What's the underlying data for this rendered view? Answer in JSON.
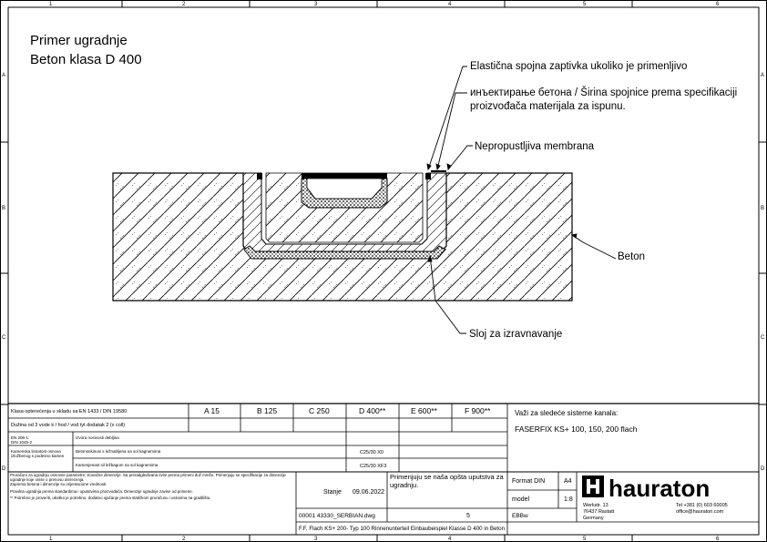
{
  "frame": {
    "col_numbers": [
      "1",
      "2",
      "3",
      "4",
      "5",
      "6"
    ],
    "row_letters": [
      "A",
      "B",
      "C",
      "D"
    ]
  },
  "title": {
    "line1": "Primer ugradnje",
    "line2": "Beton klasa D 400"
  },
  "callouts": {
    "sealant": "Elastična spojna zaptivka ukoliko je primenljivo",
    "injection_line1": "инъектирање бетона / Širina spojnice prema specifikaciji",
    "injection_line2": "proizvođača materijala za ispunu.",
    "membrane": "Nepropustljiva membrana",
    "concrete": "Beton",
    "leveling": "Sloj za izravnavanje"
  },
  "table": {
    "classes_header": "Klasa opterećenja u skladu sa EN 1433 / DIN 19580",
    "classes": [
      "A 15",
      "B 125",
      "C 250",
      "D 400**",
      "E 600**",
      "F 900**"
    ],
    "row_duration": "Dužina od 3 vode k / hod / vod tyt dodatak 2 (x coll)",
    "row_label_a1": "EN 206-1:",
    "row_label_a2": "DIN 1045-2",
    "row_label_b1": "Kamenska lisnatost osnova",
    "row_label_b2": "izložbenog s podesno kamen",
    "row_c": "Izvora nosivosti debljina",
    "row_d": "Betonsnkinusi s ležnabljena na sol kagnemima",
    "row_e": "Kamenjenast sil ležbagom na sol kagnemima",
    "val_1": "C25/30 X0",
    "val_2": "C25/30 XF3",
    "systems_label": "Važi za sledeće sisteme kanala:",
    "systems_value": "FASERFIX KS+ 100, 150, 200 flach",
    "notes_1": "Proračuni za ugradnju osnovne parametre; Konačne dimenzije. Sa preradgledivana svim prema primeni duž mreže. Primenjuju se specifikacije za dimenzije ugradnje koje ovise o prenosu oterećenja.",
    "notes_2": "Zaprema betona i dimenzije su orijentacione vrednosti.",
    "notes_3": "Pravilna ugradnja prema standardima i uputstvima proizvođača. Dimenzije ugradnje zavise od primene.",
    "notes_4": "** Potrebno je proveriti, ukoliko je potrebno, dodatno ojačanje prema statičkom proračunu i uslovima na gradilištu.",
    "instruction": "Primenjuju se naša opšta uputstva za ugradnju.",
    "status_label": "Stanje",
    "status_date": "09.06.2022",
    "filename": "00001 43330_SERBIAN.dwg",
    "revision": "5",
    "format_label": "Format DIN",
    "format_value": "A4",
    "model_label": "model",
    "model_value": "1:8",
    "editor": "EBBw",
    "brand": "hauraton",
    "address_1": "Werkstr. 13",
    "address_2": "76437 Rastatt",
    "address_3": "Germany",
    "contact_1": "Tel +381 (0) 603 60005",
    "contact_2": "office@hauraton.com",
    "footer": "F.F. Flach KS+ 200- Typ 100 Rinnenunterteil Einbaubeispiel Klasse D 400 in Beton"
  },
  "colors": {
    "line": "#000000",
    "background": "#ffffff"
  }
}
